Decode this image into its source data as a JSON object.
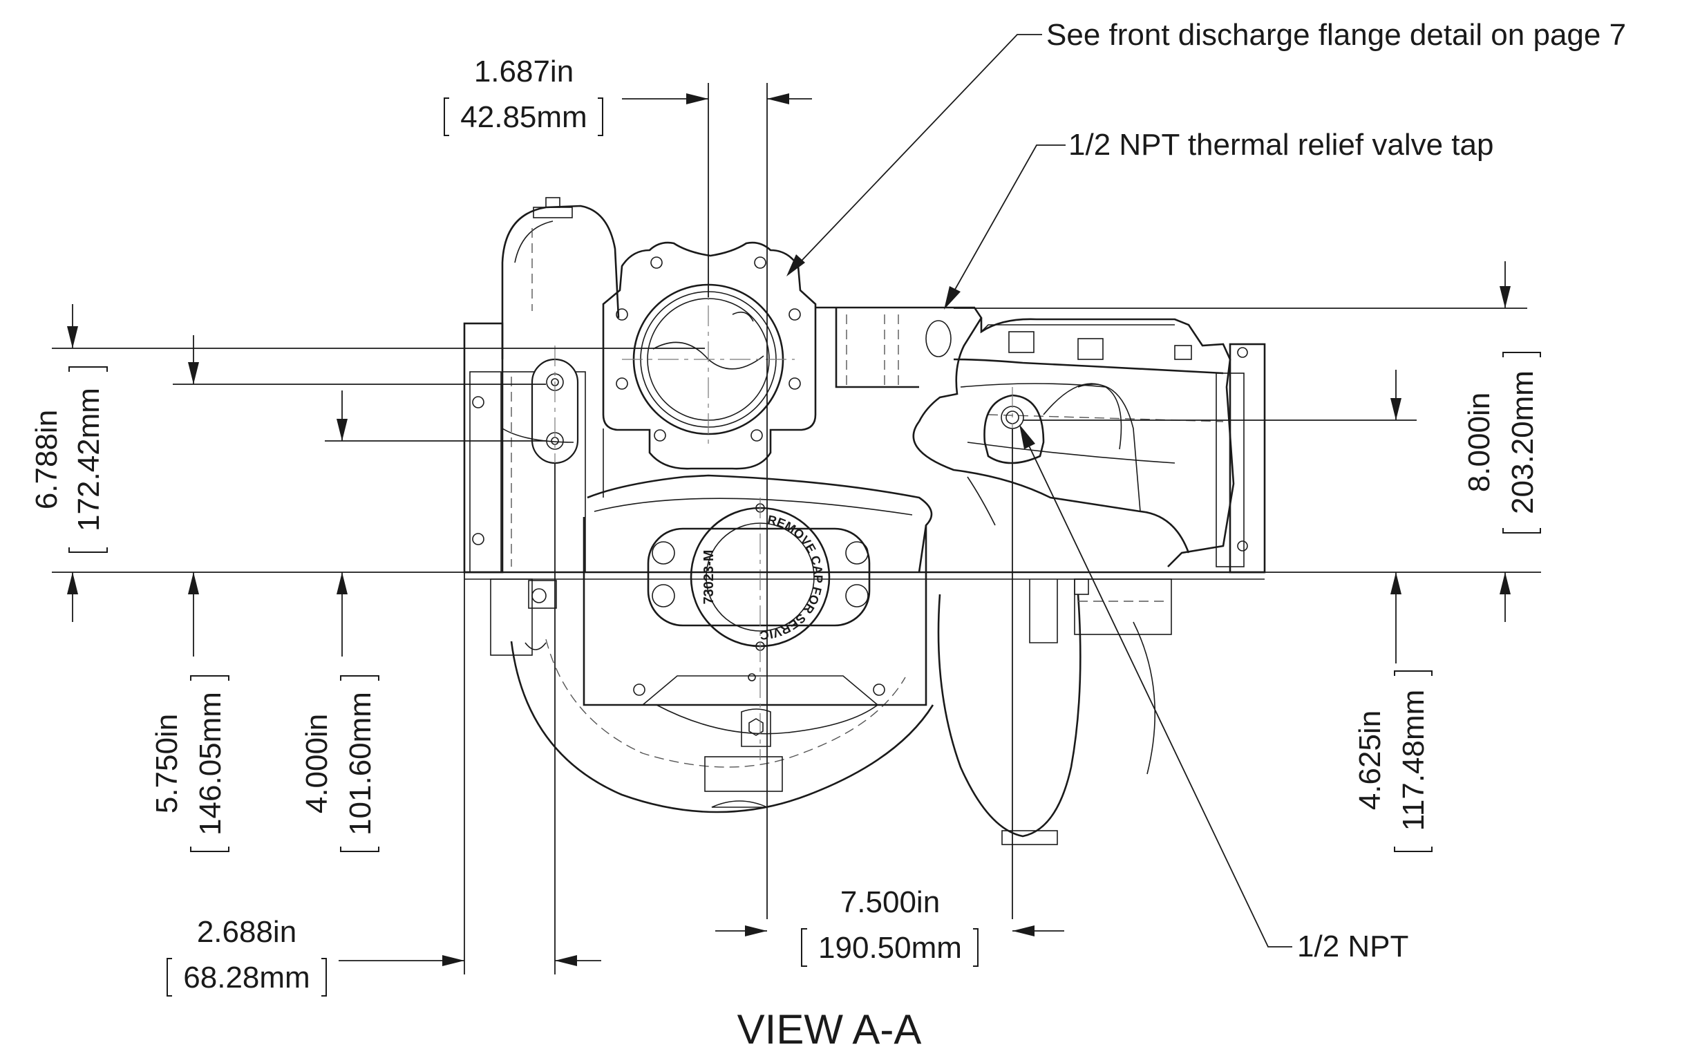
{
  "view_title": "VIEW A-A",
  "notes": {
    "front_flange": "See front discharge flange detail on page 7",
    "thermal_relief": "1/2 NPT thermal relief valve tap",
    "npt": "1/2 NPT"
  },
  "cap_labels": {
    "part_number": "73023-M",
    "cap_text": "REMOVE CAP FOR SERVICE"
  },
  "dimensions": {
    "d_1687": {
      "in": "1.687in",
      "mm": "42.85mm"
    },
    "d_6788": {
      "in": "6.788in",
      "mm": "172.42mm"
    },
    "d_8000": {
      "in": "8.000in",
      "mm": "203.20mm"
    },
    "d_5750": {
      "in": "5.750in",
      "mm": "146.05mm"
    },
    "d_4000": {
      "in": "4.000in",
      "mm": "101.60mm"
    },
    "d_4625": {
      "in": "4.625in",
      "mm": "117.48mm"
    },
    "d_7500": {
      "in": "7.500in",
      "mm": "190.50mm"
    },
    "d_2688": {
      "in": "2.688in",
      "mm": "68.28mm"
    }
  }
}
